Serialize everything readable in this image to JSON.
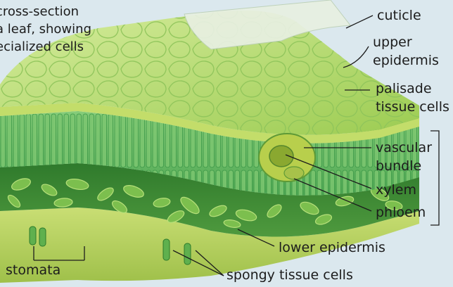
{
  "caption": {
    "lines": [
      "cross-section",
      "a leaf, showing",
      "ecialized cells"
    ]
  },
  "labels": {
    "cuticle": "cuticle",
    "upper_epidermis": [
      "upper",
      "epidermis"
    ],
    "palisade": [
      "palisade",
      "tissue cells"
    ],
    "vascular_bundle": [
      "vascular",
      "bundle"
    ],
    "xylem": "xylem",
    "phloem": "phloem",
    "lower_epidermis": "lower epidermis",
    "spongy": "spongy tissue cells",
    "stomata": "stomata"
  },
  "colors": {
    "background": "#dbe8ee",
    "cuticle_film": "#e6efe0",
    "upper_surface": "#b8dc6a",
    "palisade": "#6cc068",
    "palisade_dark": "#3f9a4c",
    "spongy": "#3c8a36",
    "spongy_cell": "#7cbf4e",
    "lower_epidermis": "#b8d35e",
    "leader_line": "#1c1c1c"
  }
}
